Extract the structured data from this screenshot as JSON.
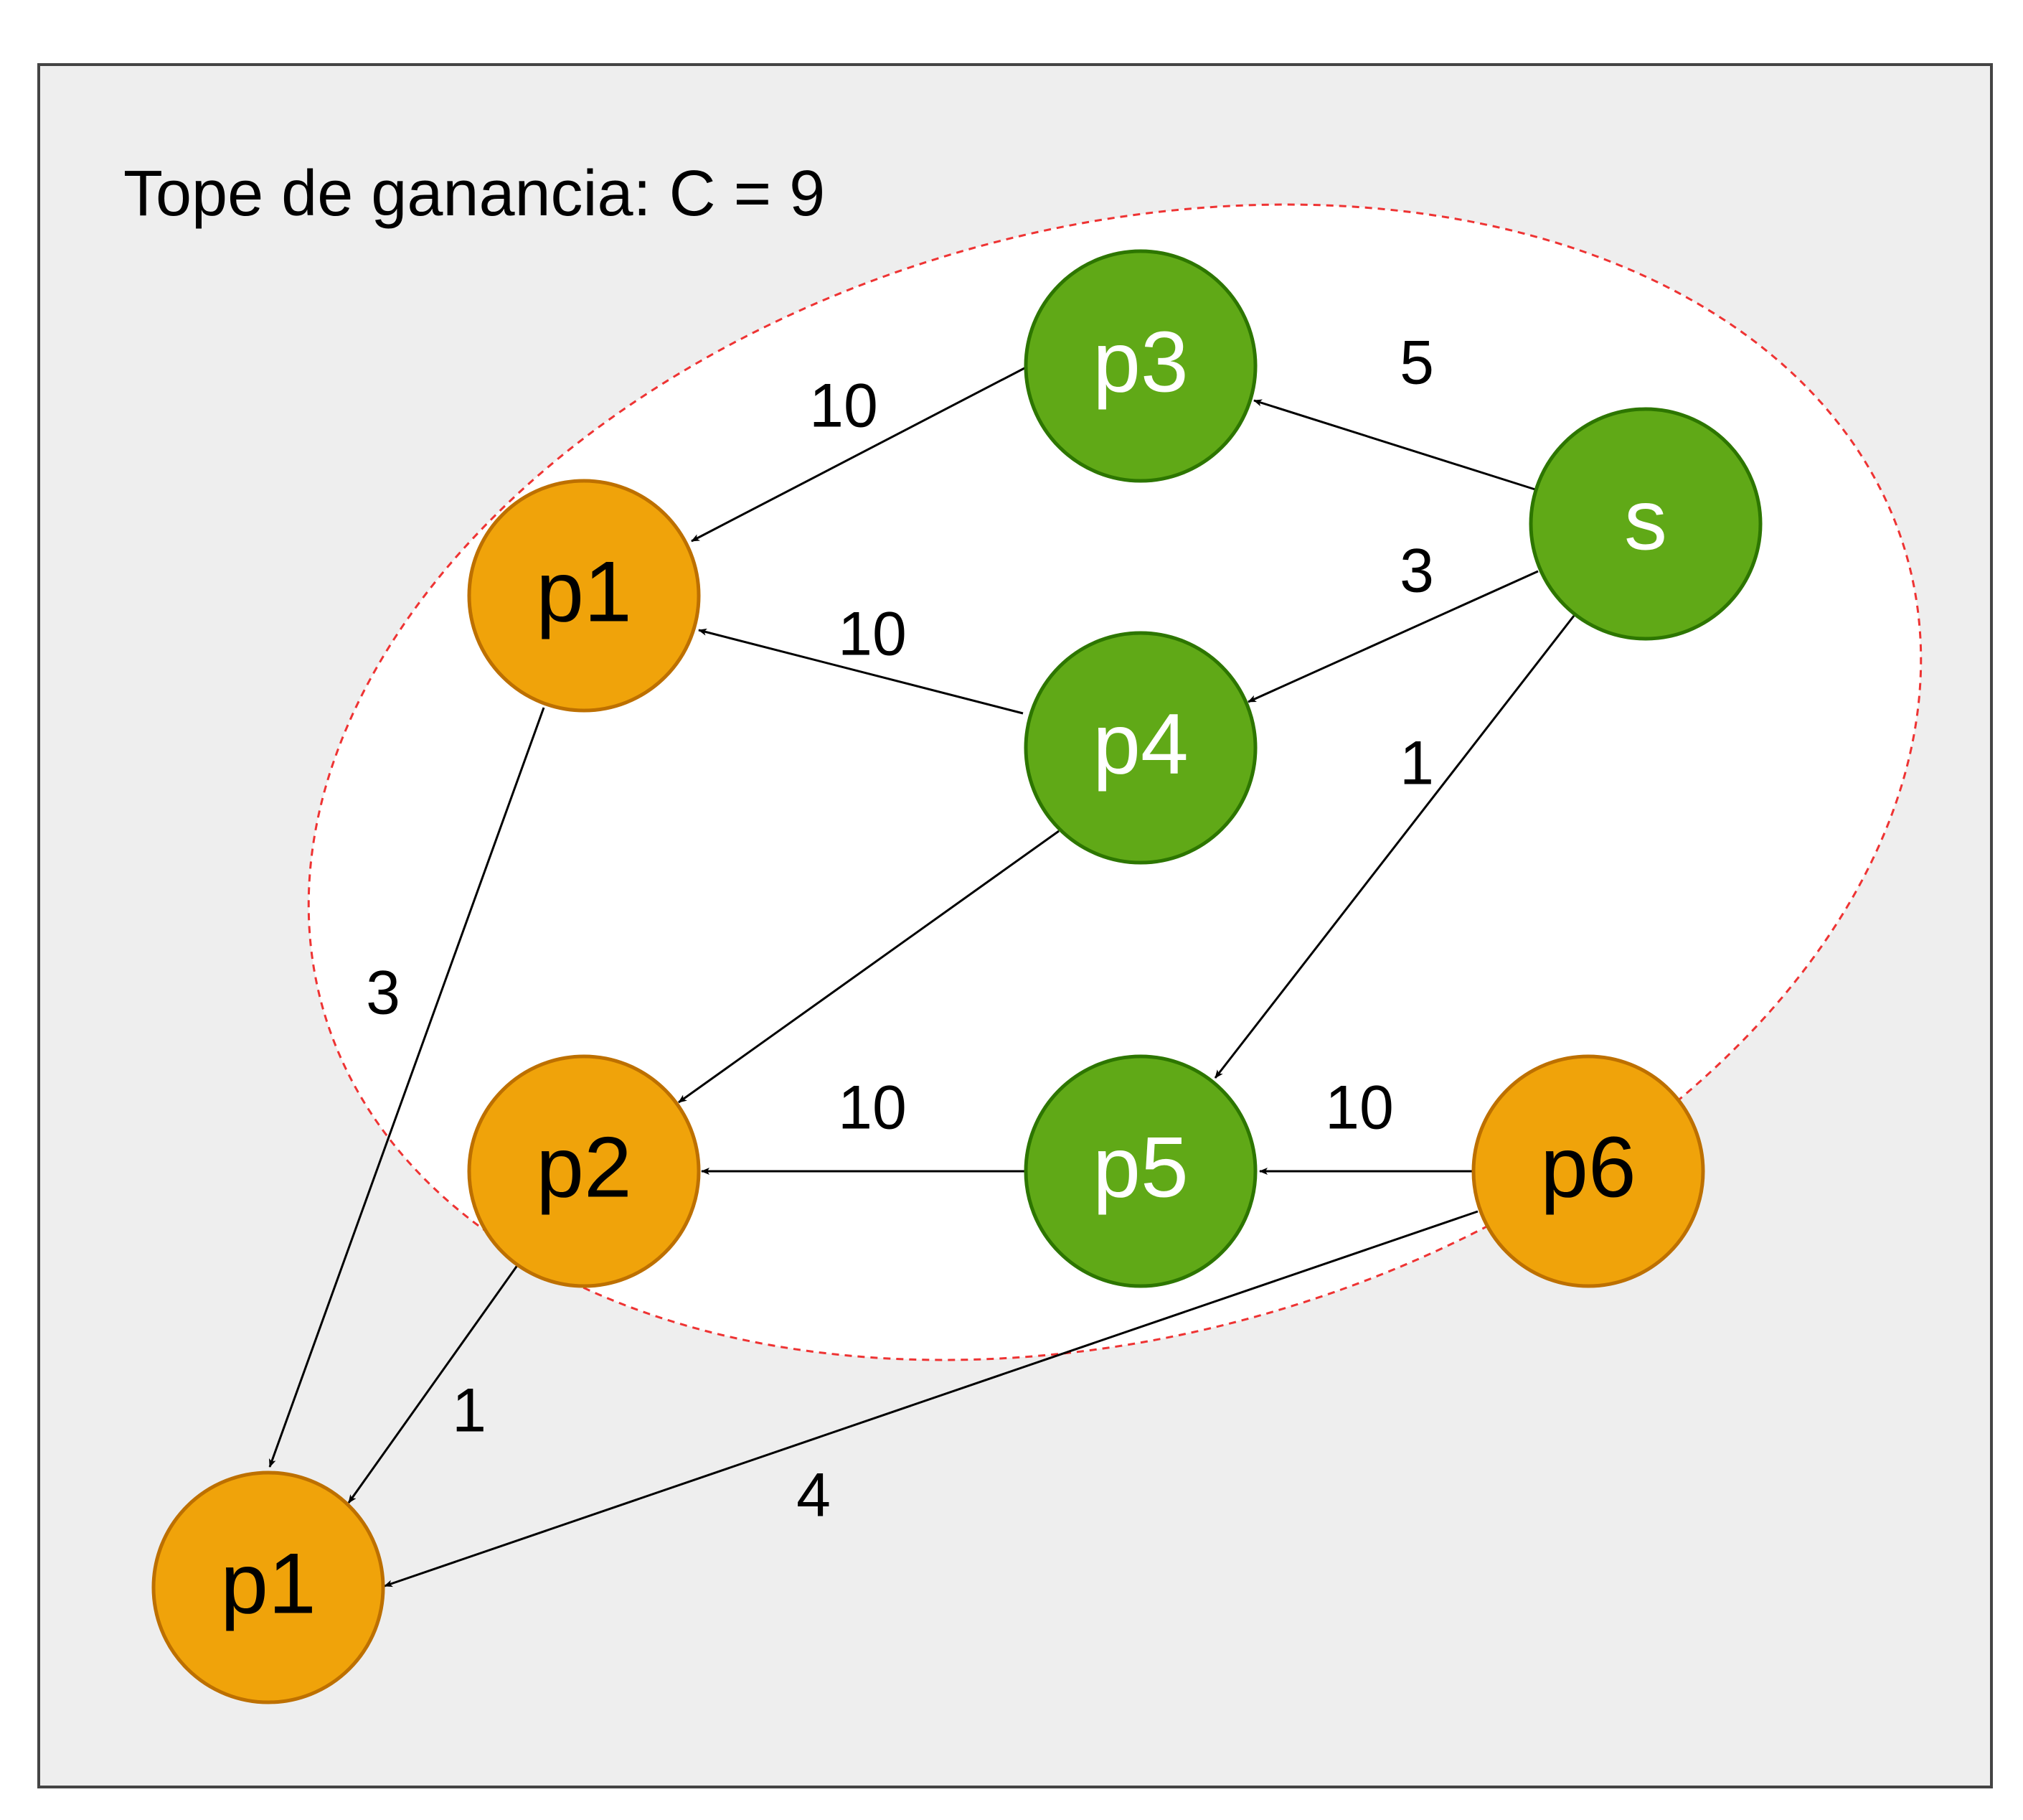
{
  "title": "Tope de ganancia: C = 9",
  "colors": {
    "frame_fill": "#eeeeee",
    "frame_stroke": "#444444",
    "region_fill": "#ffffff",
    "region_stroke": "#ee3333",
    "green_fill": "#60a917",
    "green_stroke": "#2d7600",
    "green_text": "#ffffff",
    "orange_fill": "#f0a30a",
    "orange_stroke": "#bd7000",
    "orange_text": "#000000"
  },
  "nodes": [
    {
      "id": "p3",
      "label": "p3",
      "kind": "green"
    },
    {
      "id": "s",
      "label": "s",
      "kind": "green"
    },
    {
      "id": "p1_top",
      "label": "p1",
      "kind": "orange"
    },
    {
      "id": "p4",
      "label": "p4",
      "kind": "green"
    },
    {
      "id": "p2",
      "label": "p2",
      "kind": "orange"
    },
    {
      "id": "p5",
      "label": "p5",
      "kind": "green"
    },
    {
      "id": "p6",
      "label": "p6",
      "kind": "orange"
    },
    {
      "id": "p1_bottom",
      "label": "p1",
      "kind": "orange"
    }
  ],
  "edges": [
    {
      "from": "s",
      "to": "p3",
      "label": "5"
    },
    {
      "from": "s",
      "to": "p4",
      "label": "3"
    },
    {
      "from": "s",
      "to": "p5",
      "label": "1"
    },
    {
      "from": "p3",
      "to": "p1_top",
      "label": "10"
    },
    {
      "from": "p4",
      "to": "p1_top",
      "label": "10"
    },
    {
      "from": "p4",
      "to": "p2",
      "label": ""
    },
    {
      "from": "p5",
      "to": "p2",
      "label": "10"
    },
    {
      "from": "p6",
      "to": "p5",
      "label": "10"
    },
    {
      "from": "p1_top",
      "to": "p1_bottom",
      "label": "3"
    },
    {
      "from": "p2",
      "to": "p1_bottom",
      "label": "1"
    },
    {
      "from": "p6",
      "to": "p1_bottom",
      "label": "4"
    }
  ]
}
